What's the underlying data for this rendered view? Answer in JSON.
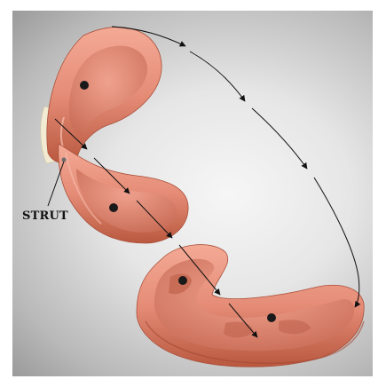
{
  "figure": {
    "labels": {
      "strut": "STRUT"
    },
    "parts": [
      {
        "name": "upper-tray-segment"
      },
      {
        "name": "middle-tray-segment"
      },
      {
        "name": "lower-tray-segment"
      }
    ],
    "colors": {
      "tray": "#e8907c",
      "tray_dark": "#b4553f",
      "tray_light": "#f6b8a6",
      "background": "#e0e0e0",
      "arrow": "#111111",
      "marker": "#1a1a1a",
      "teeth": "#f2ead2"
    }
  }
}
